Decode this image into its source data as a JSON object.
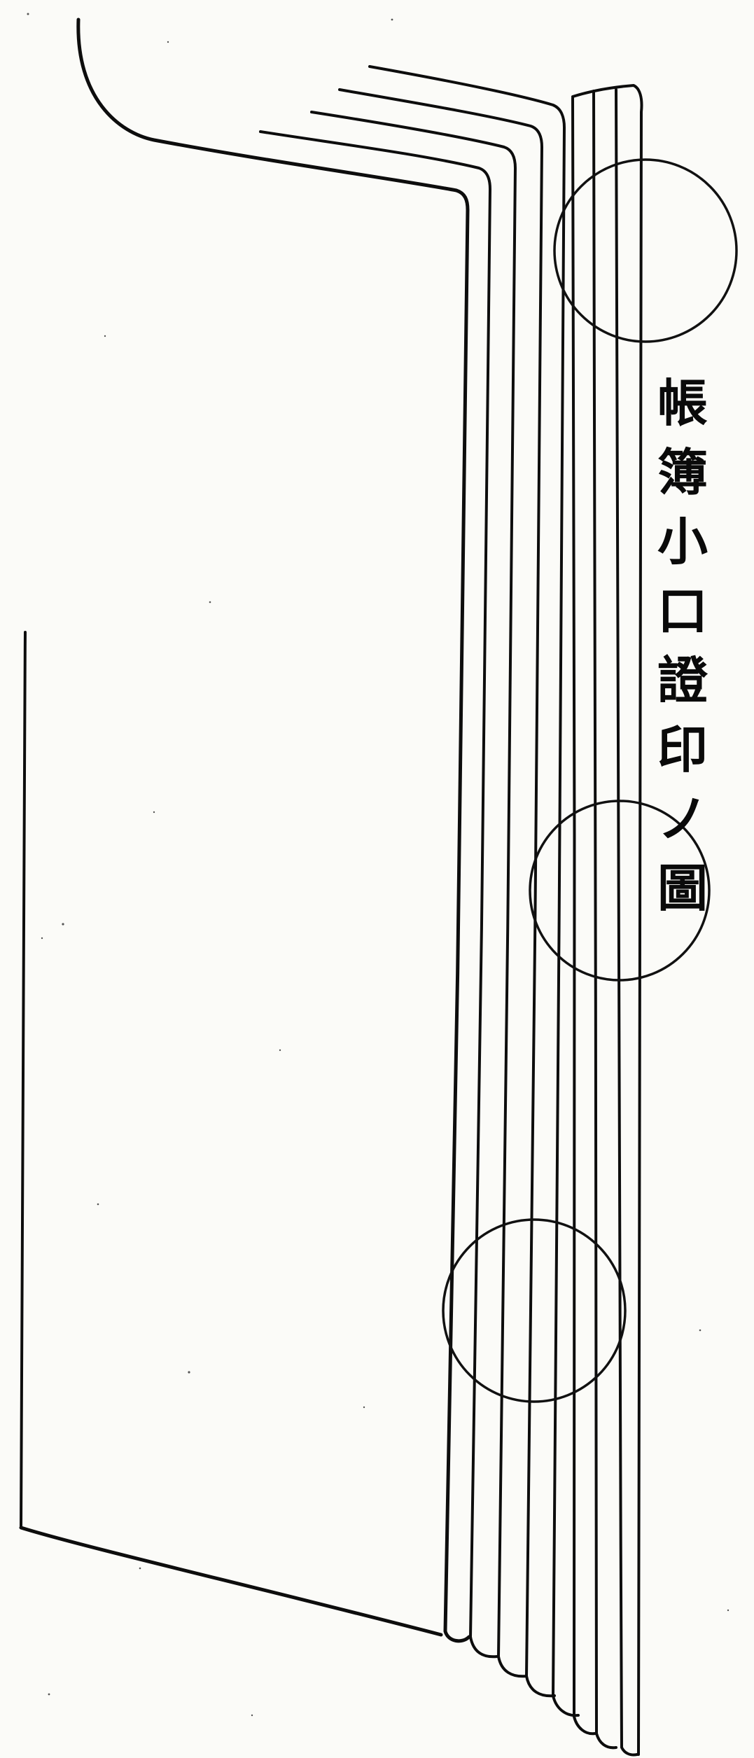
{
  "figure": {
    "caption": "帳簿小口證印ノ圖",
    "seal_count": 3,
    "ink_color": "#0d0d0d",
    "paper_color": "#fbfbf8",
    "seal_shape": "circle"
  }
}
